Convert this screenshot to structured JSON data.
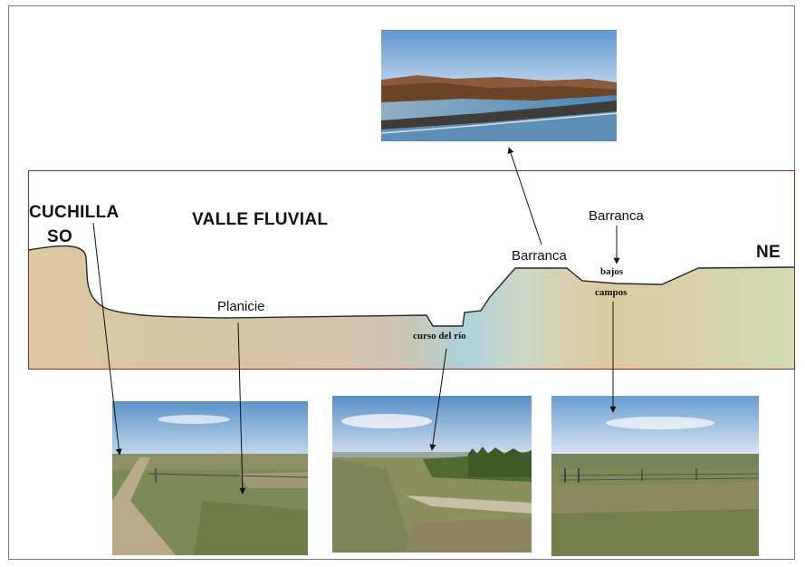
{
  "labels": {
    "cuchilla": "CUCHILLA",
    "so": "SO",
    "valle": "VALLE FLUVIAL",
    "ne": "NE",
    "planicie": "Planicie",
    "barranca_left": "Barranca",
    "barranca_right": "Barranca",
    "bajos": "bajos",
    "campos": "campos",
    "curso": "curso del río"
  },
  "colors": {
    "terrain_left": "#ddc9a3",
    "terrain_mid": "#d3c1aa",
    "terrain_river": "#aed3dc",
    "terrain_right": "#d6dbb4",
    "profile_border": "#8b2a2a",
    "outline": "#2a2a2a"
  },
  "photos": [
    {
      "name": "photo-barranca-river",
      "depicts": "river-cliff-landscape"
    },
    {
      "name": "photo-cuchilla-road",
      "depicts": "dirt-road-steppe"
    },
    {
      "name": "photo-river-course",
      "depicts": "riverbank-vegetation"
    },
    {
      "name": "photo-bajos-campos",
      "depicts": "fenced-grass-field"
    }
  ]
}
